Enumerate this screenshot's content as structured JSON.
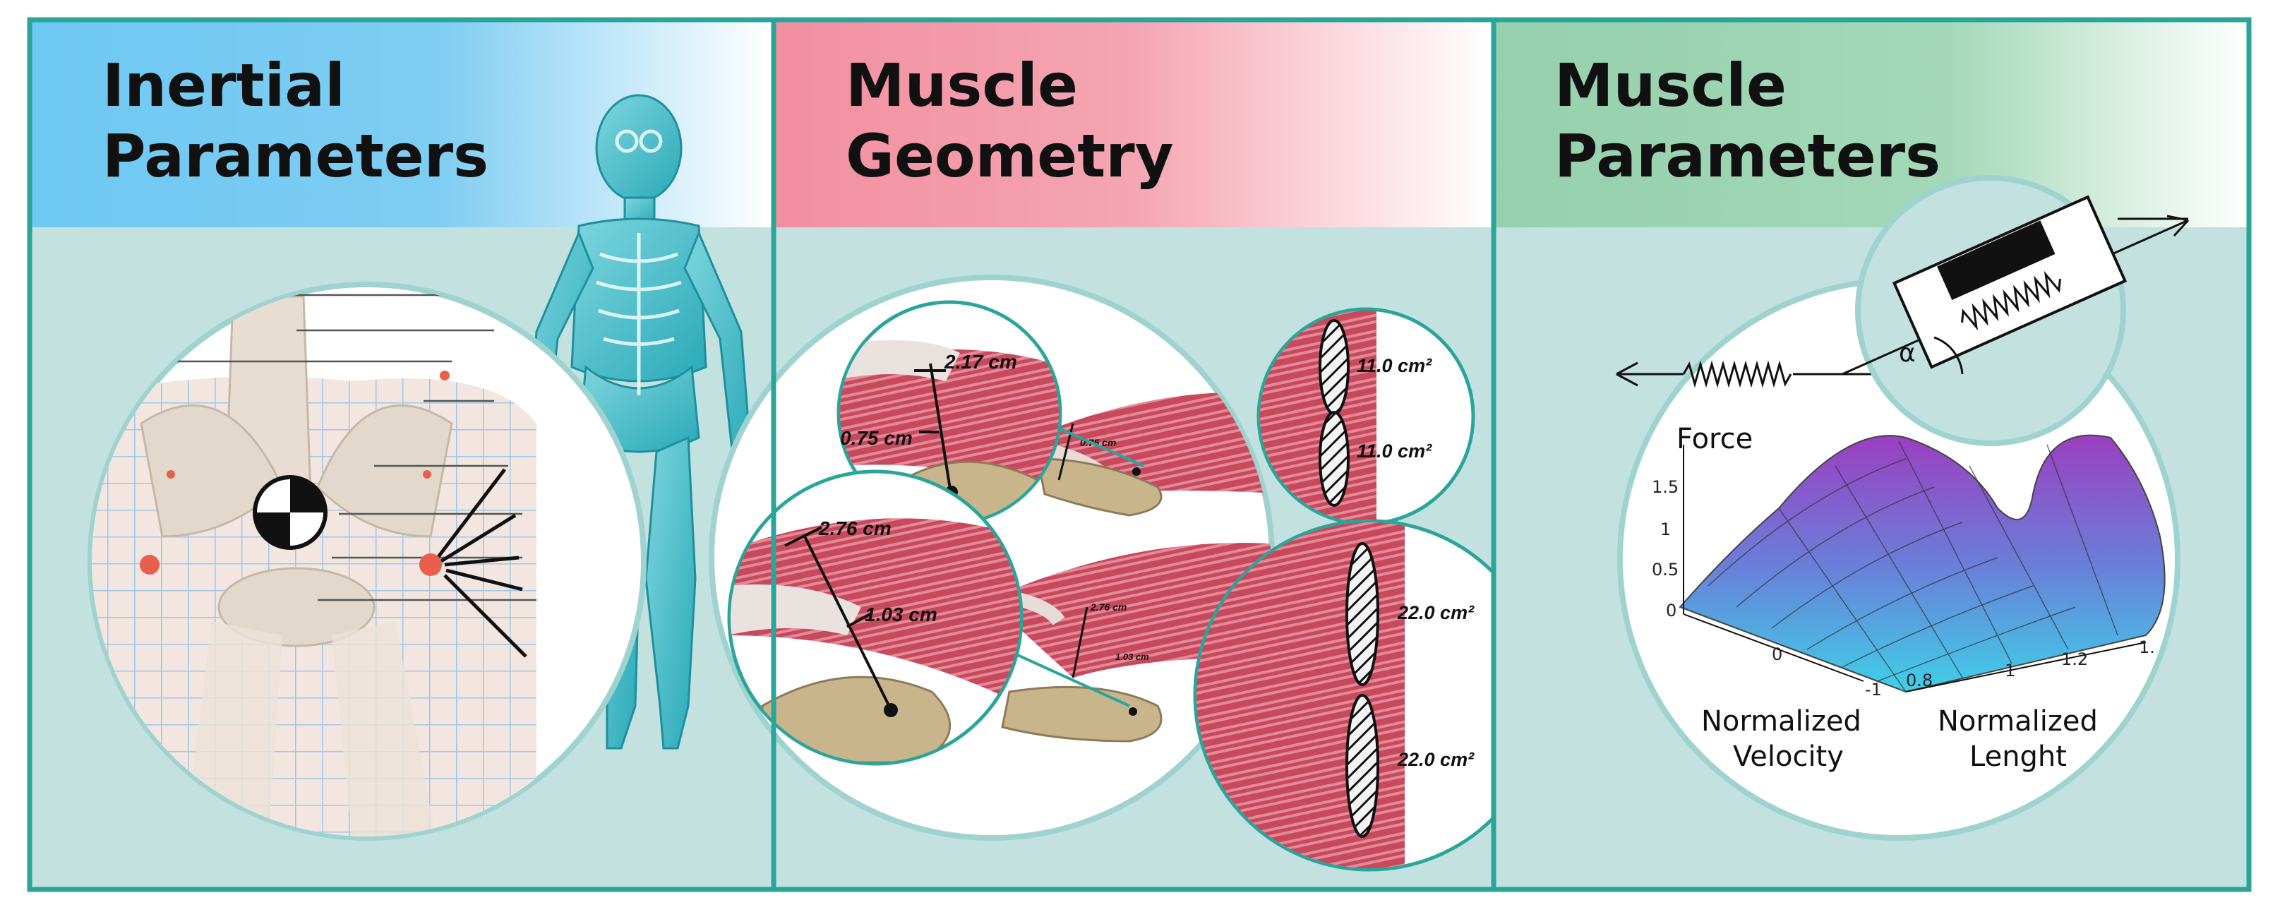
{
  "panels": [
    {
      "title_line1": "Inertial",
      "title_line2": "Parameters"
    },
    {
      "title_line1": "Muscle",
      "title_line2": "Geometry"
    },
    {
      "title_line1": "Muscle",
      "title_line2": "Parameters"
    }
  ],
  "geometry": {
    "small": {
      "thickness_a": "2.17 cm",
      "thickness_b": "0.75 cm",
      "area_a": "11.0 cm²",
      "area_b": "11.0 cm²"
    },
    "large": {
      "thickness_a": "2.76 cm",
      "thickness_b": "1.03 cm",
      "area_a": "22.0 cm²",
      "area_b": "22.0 cm²"
    }
  },
  "muscle_model": {
    "pennation_symbol": "α"
  },
  "surface_plot": {
    "z_label": "Force",
    "x_label_line1": "Normalized",
    "x_label_line2": "Velocity",
    "y_label_line1": "Normalized",
    "y_label_line2": "Lenght",
    "z_ticks": [
      "1.5",
      "1",
      "0.5",
      "0"
    ],
    "velocity_ticks": [
      "0",
      "-1"
    ],
    "length_ticks": [
      "0.8",
      "1",
      "1.2",
      "1."
    ]
  },
  "colors": {
    "frame": "#2aa59a",
    "panel_bg": "#c2e1df",
    "title1": "#6ec8f2",
    "title2": "#f28fa0",
    "title3": "#95d0ad",
    "muscle": "#c8485c",
    "bone": "#c9b58c"
  }
}
